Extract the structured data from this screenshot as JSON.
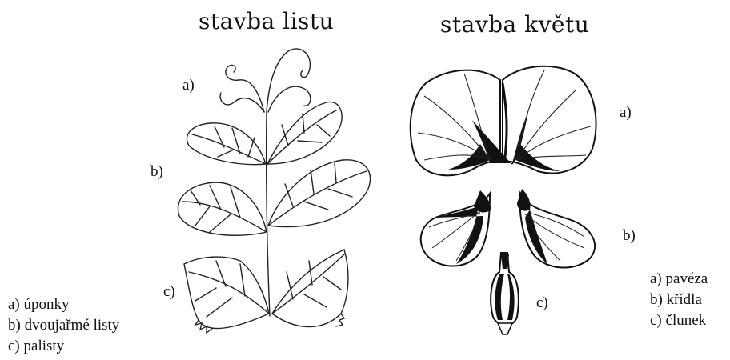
{
  "leaf": {
    "title": "stavba listu",
    "labels": {
      "a": "a)",
      "b": "b)",
      "c": "c)"
    },
    "legend": [
      "a) úponky",
      "b) dvoujařmé listy",
      "c) palisty"
    ]
  },
  "flower": {
    "title": "stavba květu",
    "labels": {
      "a": "a)",
      "b": "b)",
      "c": "c)"
    },
    "legend": [
      "a) pavéza",
      "b) křídla",
      "c) člunek"
    ]
  }
}
